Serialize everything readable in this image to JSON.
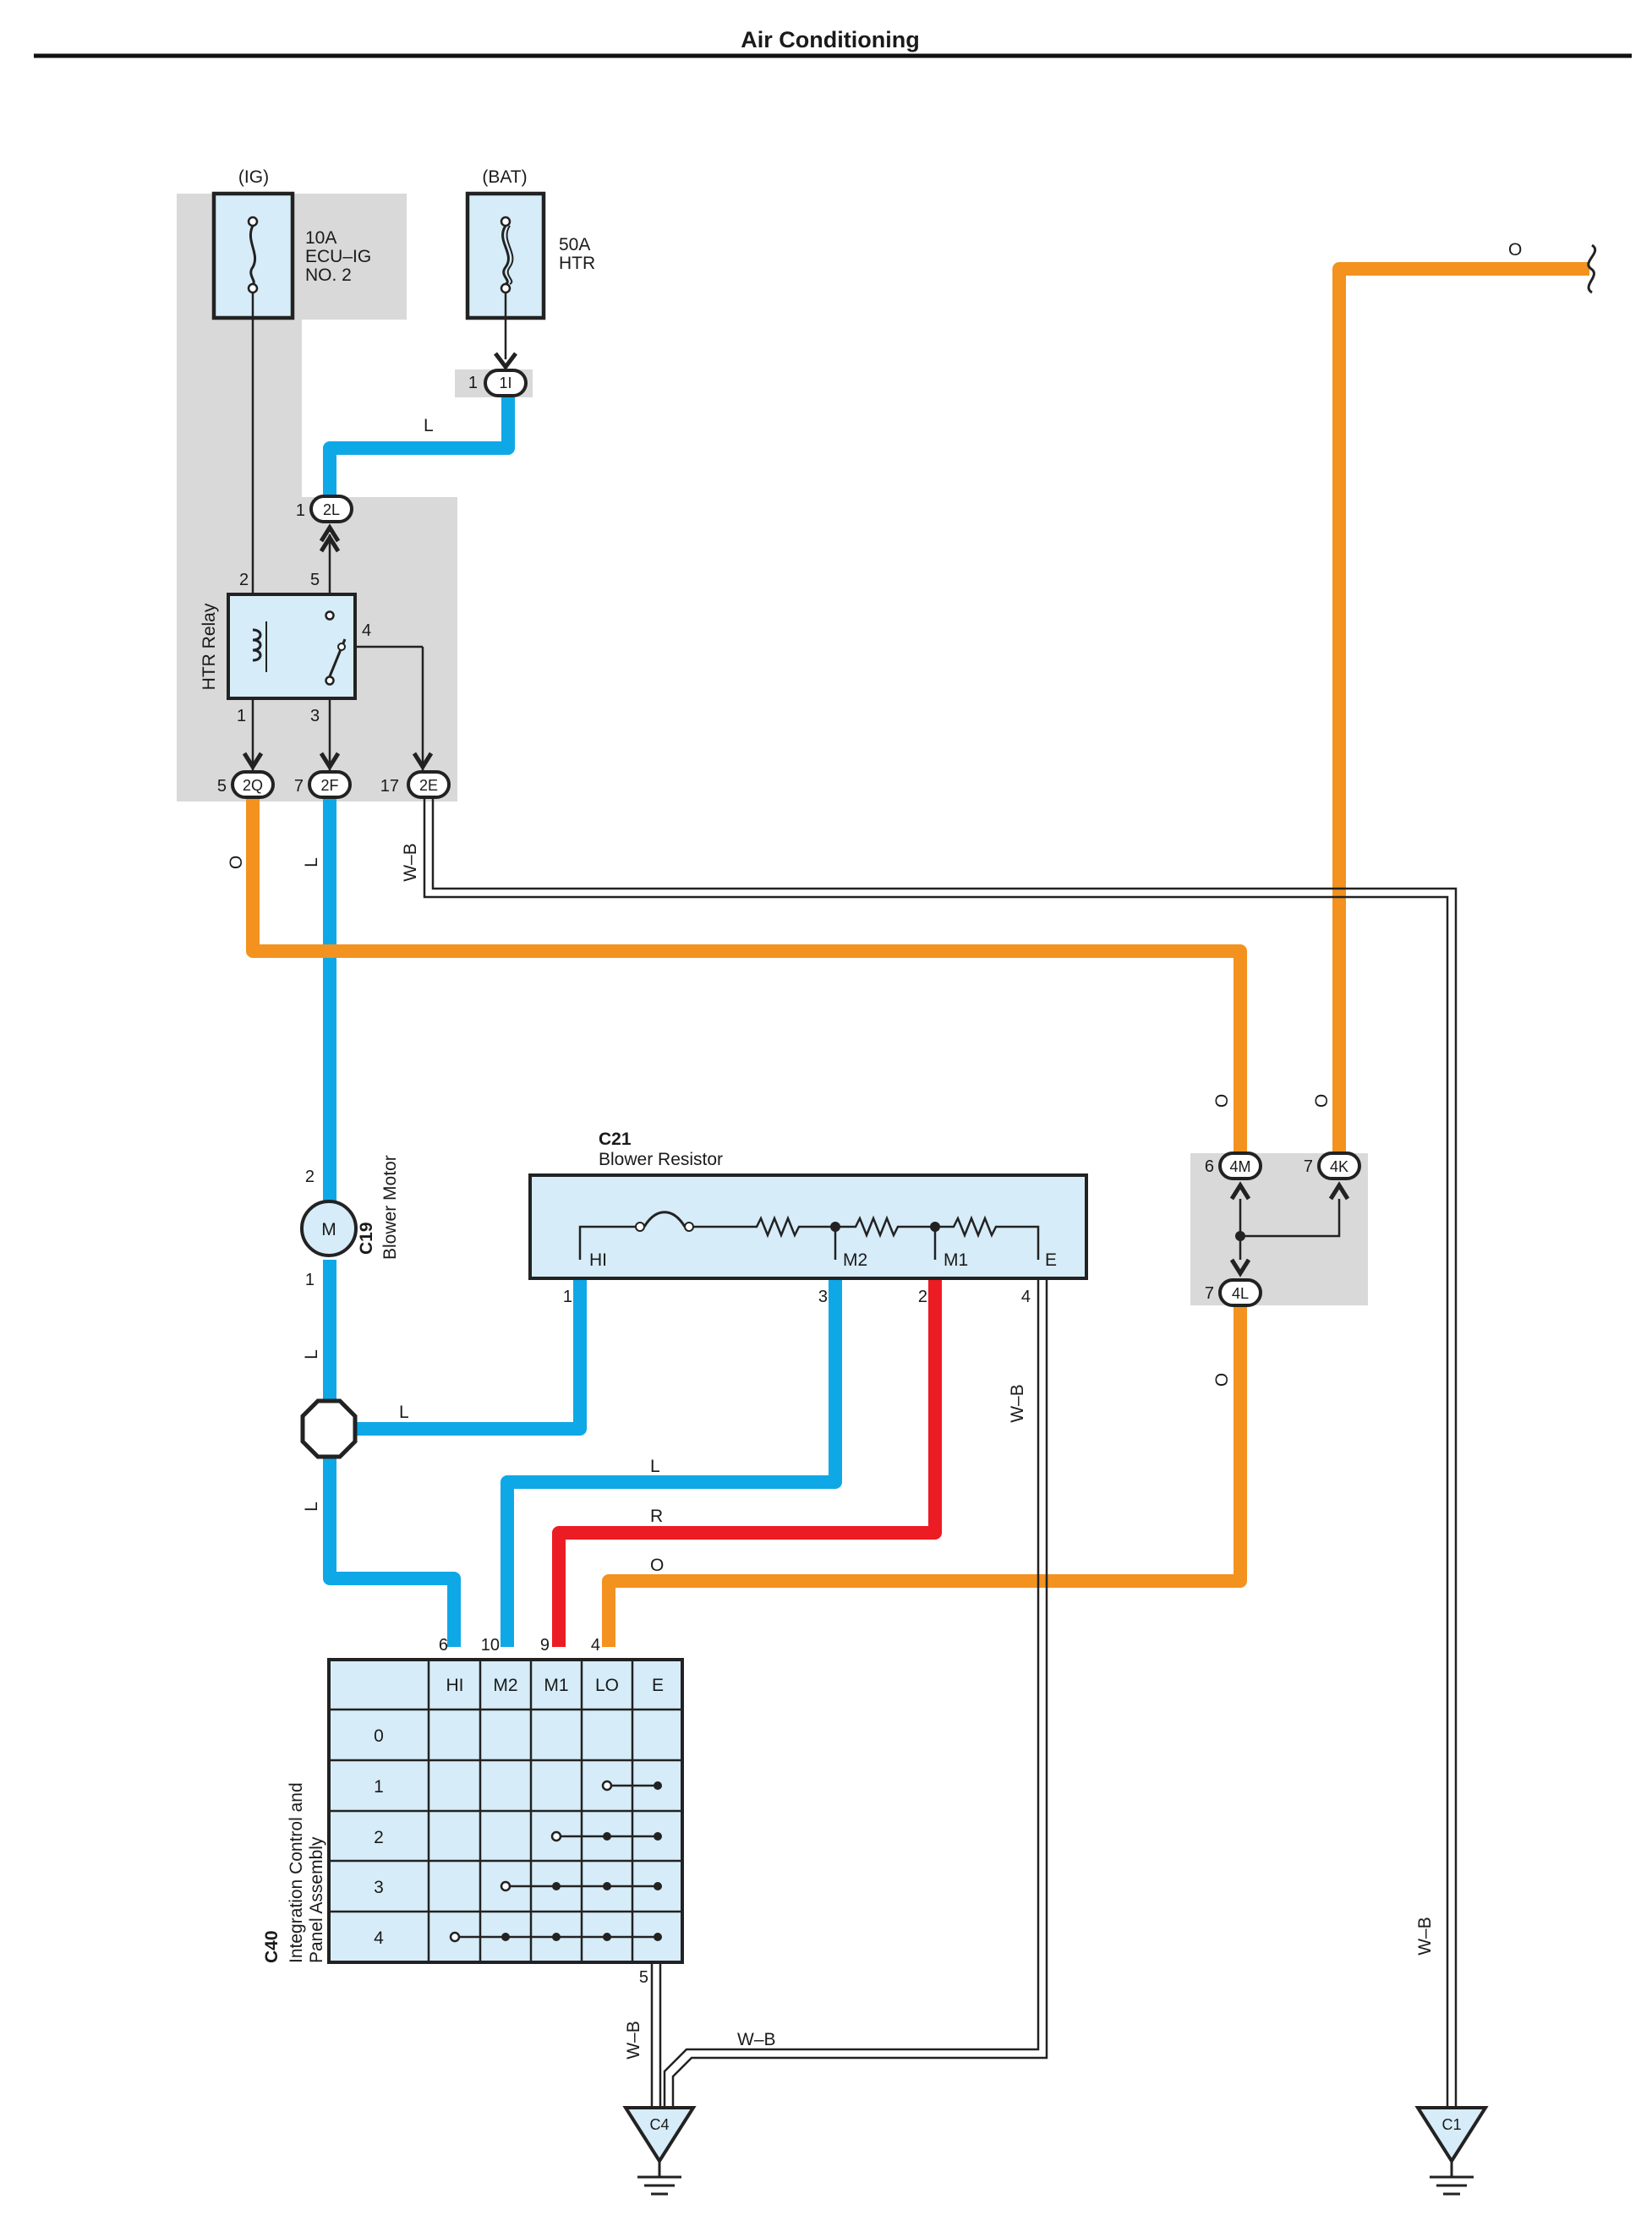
{
  "title": "Air Conditioning",
  "colors": {
    "blue": "#0fa8e6",
    "orange": "#f3921f",
    "red": "#ec1c24",
    "box_fill": "#d6ecf8",
    "shade": "#d9d9da",
    "line": "#222222"
  },
  "sources": {
    "ig": "(IG)",
    "bat": "(BAT)"
  },
  "fuses": {
    "ecu_ig": {
      "rating": "10A",
      "name_line1": "ECU–IG",
      "name_line2": "NO. 2"
    },
    "htr": {
      "rating": "50A",
      "name": "HTR"
    }
  },
  "relay": {
    "name": "HTR Relay",
    "pins": [
      "2",
      "5",
      "4",
      "1",
      "3"
    ]
  },
  "junction_connectors": {
    "c1I": {
      "pin": "1",
      "code": "1I"
    },
    "c2L": {
      "pin": "1",
      "code": "2L"
    },
    "c2Q": {
      "pin": "5",
      "code": "2Q"
    },
    "c2F": {
      "pin": "7",
      "code": "2F"
    },
    "c2E": {
      "pin": "17",
      "code": "2E"
    },
    "c4M": {
      "pin": "6",
      "code": "4M"
    },
    "c4K": {
      "pin": "7",
      "code": "4K"
    },
    "c4L": {
      "pin": "7",
      "code": "4L"
    }
  },
  "wire_colors": {
    "blue": "L",
    "orange": "O",
    "red": "R",
    "white_black": "W–B"
  },
  "blower_motor": {
    "code": "C19",
    "name": "Blower Motor",
    "symbol": "M",
    "pins": [
      "2",
      "1"
    ]
  },
  "blower_resistor": {
    "code": "C21",
    "name": "Blower Resistor",
    "terminals": [
      "HI",
      "M2",
      "M1",
      "E"
    ],
    "pins": [
      "1",
      "3",
      "2",
      "4"
    ]
  },
  "control_panel": {
    "code": "C40",
    "name_line1": "Integration Control and",
    "name_line2": "Panel Assembly",
    "columns": [
      "HI",
      "M2",
      "M1",
      "LO",
      "E"
    ],
    "pins": [
      "6",
      "10",
      "9",
      "4"
    ],
    "ground_pin": "5",
    "rows": [
      "0",
      "1",
      "2",
      "3",
      "4"
    ],
    "switch_map": [
      {
        "position": "0",
        "connected": []
      },
      {
        "position": "1",
        "connected": [
          "LO",
          "E"
        ]
      },
      {
        "position": "2",
        "connected": [
          "M1",
          "LO",
          "E"
        ]
      },
      {
        "position": "3",
        "connected": [
          "M2",
          "M1",
          "LO",
          "E"
        ]
      },
      {
        "position": "4",
        "connected": [
          "HI",
          "M2",
          "M1",
          "LO",
          "E"
        ]
      }
    ]
  },
  "grounds": [
    "C4",
    "C1"
  ]
}
